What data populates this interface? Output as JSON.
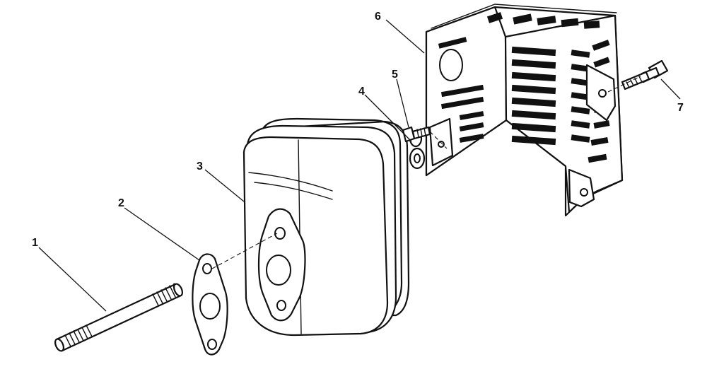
{
  "callouts": {
    "stud": "1",
    "gasket": "2",
    "muffler": "3",
    "lock_washer": "4",
    "screw": "5",
    "guard": "6",
    "bolt": "7"
  }
}
